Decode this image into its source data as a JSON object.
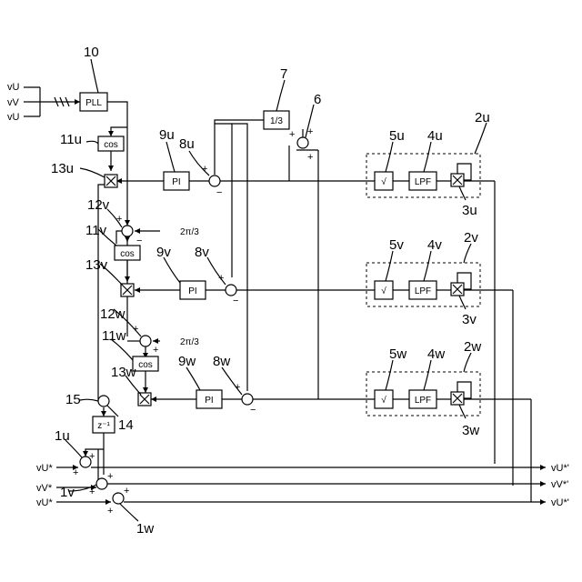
{
  "refs": {
    "r10": "10",
    "r7": "7",
    "r6": "6",
    "r9u": "9u",
    "r8u": "8u",
    "r11u": "11u",
    "r13u": "13u",
    "r5u": "5u",
    "r4u": "4u",
    "r2u": "2u",
    "r3u": "3u",
    "r12v": "12v",
    "r11v": "11v",
    "r13v": "13v",
    "r9v": "9v",
    "r8v": "8v",
    "r5v": "5v",
    "r4v": "4v",
    "r2v": "2v",
    "r3v": "3v",
    "r12w": "12w",
    "r11w": "11w",
    "r13w": "13w",
    "r9w": "9w",
    "r8w": "8w",
    "r5w": "5w",
    "r4w": "4w",
    "r2w": "2w",
    "r3w": "3w",
    "r15": "15",
    "r14": "14",
    "r1u": "1u",
    "r1v": "1v",
    "r1w": "1w"
  },
  "blocks": {
    "pll": "PLL",
    "avg": "1/3",
    "cos": "cos",
    "pi": "PI",
    "sqrt": "√",
    "lpf": "LPF",
    "delay": "z⁻¹",
    "mult": "×"
  },
  "phase_shift": "2π/3",
  "signals": {
    "in_u": "vU",
    "in_v": "vV",
    "in_w": "vU",
    "ref_u": "vU*",
    "ref_v": "vV*",
    "ref_w": "vU*",
    "out_u": "vU*'",
    "out_v": "vV*'",
    "out_w": "vU*'"
  }
}
